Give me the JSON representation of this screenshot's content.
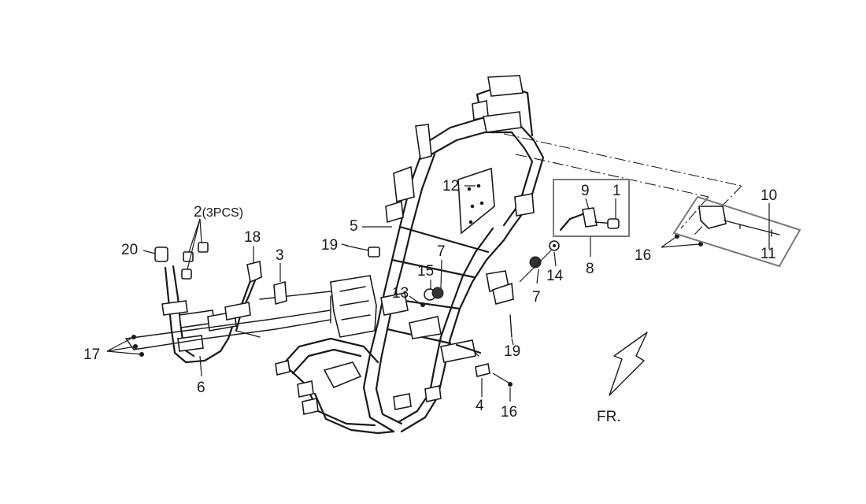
{
  "diagram": {
    "callouts": [
      {
        "id": "c1",
        "text": "1"
      },
      {
        "id": "c2",
        "text": "2",
        "suffix": "(3PCS)"
      },
      {
        "id": "c3",
        "text": "3"
      },
      {
        "id": "c4",
        "text": "4"
      },
      {
        "id": "c5",
        "text": "5"
      },
      {
        "id": "c6",
        "text": "6"
      },
      {
        "id": "c7a",
        "text": "7"
      },
      {
        "id": "c7b",
        "text": "7"
      },
      {
        "id": "c8",
        "text": "8"
      },
      {
        "id": "c9",
        "text": "9"
      },
      {
        "id": "c10",
        "text": "10"
      },
      {
        "id": "c11",
        "text": "11"
      },
      {
        "id": "c12",
        "text": "12"
      },
      {
        "id": "c13",
        "text": "13"
      },
      {
        "id": "c14",
        "text": "14"
      },
      {
        "id": "c15",
        "text": "15"
      },
      {
        "id": "c16a",
        "text": "16"
      },
      {
        "id": "c16b",
        "text": "16"
      },
      {
        "id": "c17",
        "text": "17"
      },
      {
        "id": "c18",
        "text": "18"
      },
      {
        "id": "c19a",
        "text": "19"
      },
      {
        "id": "c19b",
        "text": "19"
      },
      {
        "id": "c20",
        "text": "20"
      }
    ],
    "direction_label": "FR."
  }
}
